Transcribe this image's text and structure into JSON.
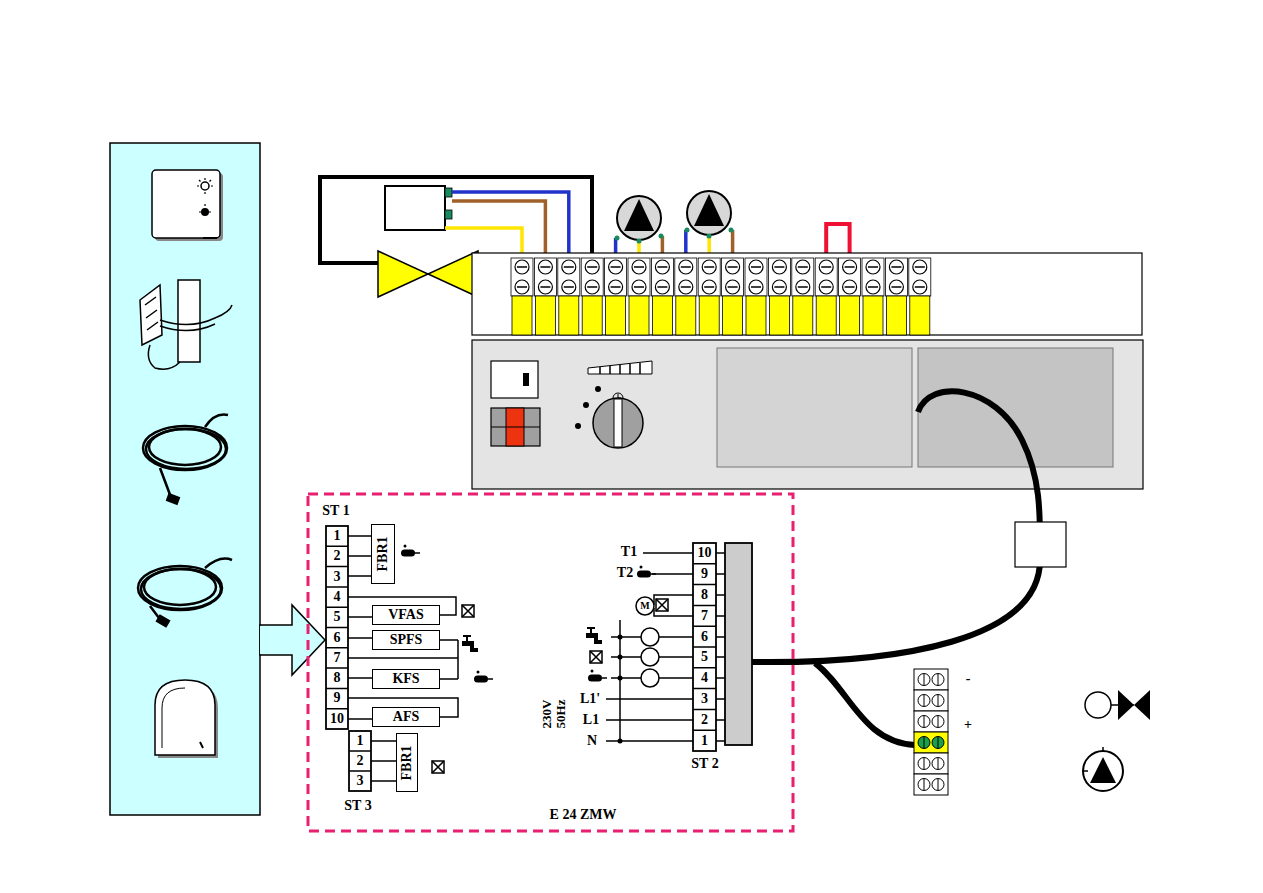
{
  "diagram": {
    "nodes": [
      {
        "text": [
          "FBR1"
        ]
      },
      {
        "text": [
          "VFAS"
        ]
      },
      {
        "text": [
          "SPFS"
        ]
      },
      {
        "text": [
          "KFS"
        ]
      },
      {
        "text": [
          "AFS"
        ]
      },
      {
        "text": [
          "FBR1"
        ]
      }
    ],
    "labels": [
      "ST 1",
      "1",
      "2",
      "3",
      "4",
      "5",
      "6",
      "7",
      "8",
      "9",
      "10",
      "ST 3",
      "1",
      "2",
      "3",
      "T1",
      "T2",
      "10",
      "9",
      "8",
      "7",
      "6",
      "5",
      "4",
      "3",
      "2",
      "1",
      "L1'",
      "L1",
      "N",
      "230V 50Hz",
      "ST 2",
      "E 24 ZMW",
      "M",
      "-",
      "+"
    ]
  }
}
